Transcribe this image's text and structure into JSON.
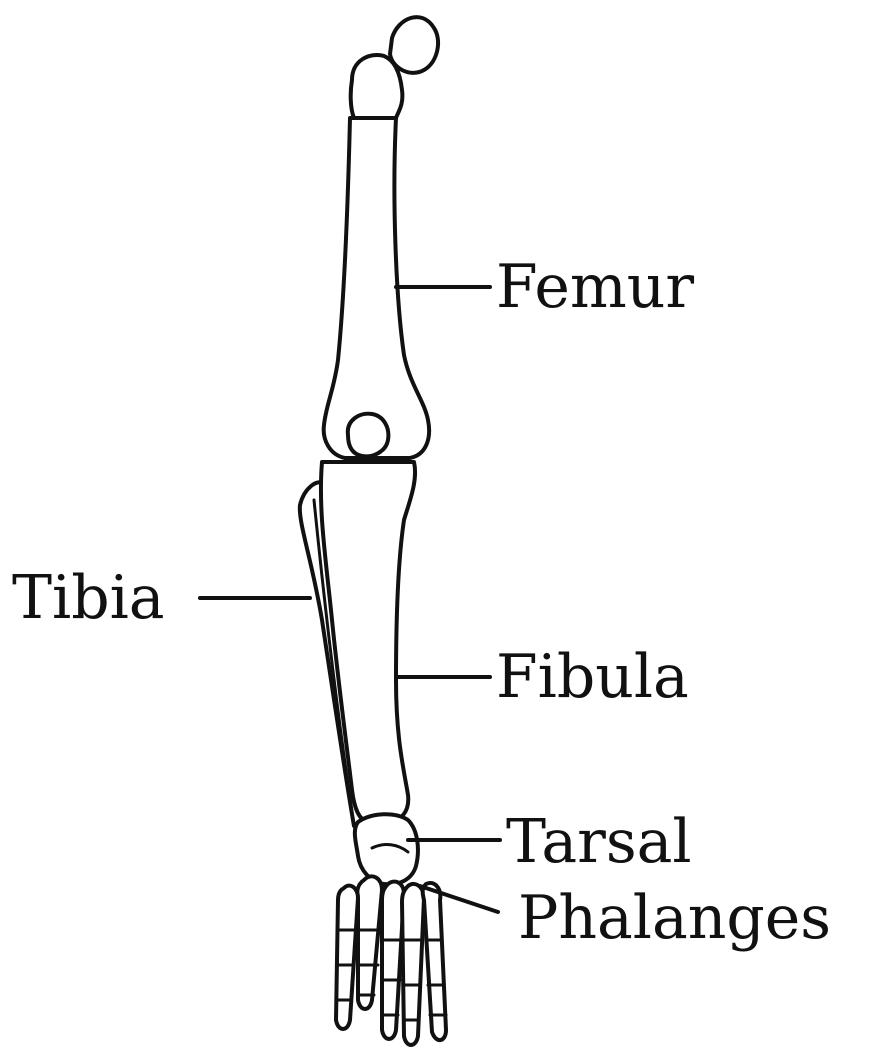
{
  "labels": {
    "femur": "Femur",
    "tibia": "Tibia",
    "fibula": "Fibula",
    "tarsal": "Tarsal",
    "phalanges": "Phalanges"
  },
  "colors": {
    "ink": "#111111",
    "background": "#ffffff"
  }
}
